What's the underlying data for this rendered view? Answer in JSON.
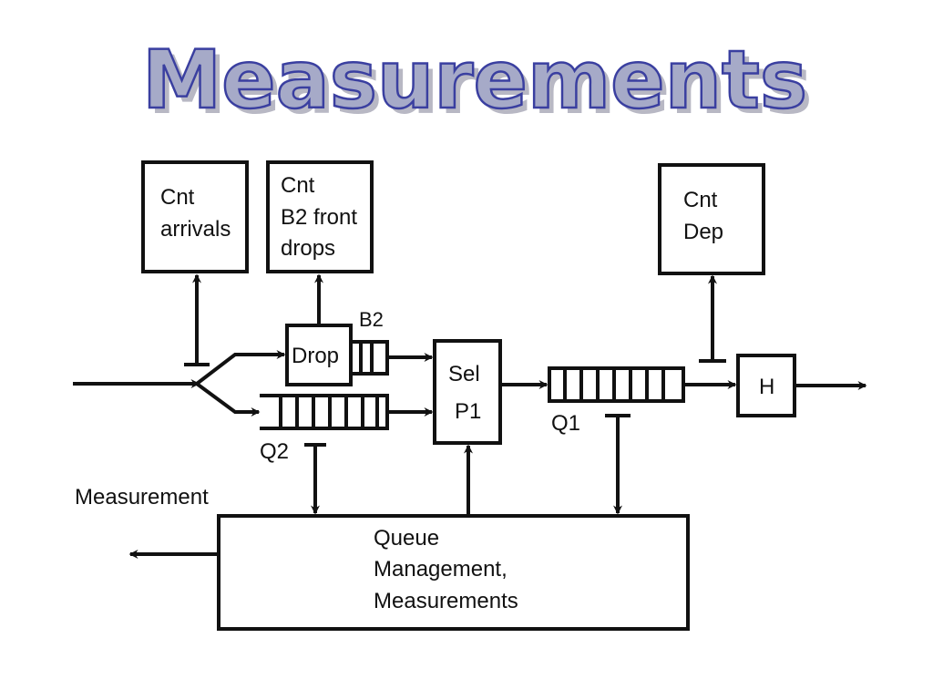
{
  "slide": {
    "title": "Measurements",
    "title_fill": "#a6aac8",
    "title_stroke": "#3a3fa0",
    "title_shadow": "#b8b8c4"
  },
  "diagram": {
    "counters": {
      "arrivals": [
        "Cnt",
        "arrivals"
      ],
      "front_drops": [
        "Cnt",
        "B2 front",
        "drops"
      ],
      "departures": [
        "Cnt",
        "Dep"
      ]
    },
    "drop_label": "Drop",
    "b2_label": "B2",
    "selector_label": [
      "Sel",
      "P1"
    ],
    "q1_label": "Q1",
    "q2_label": "Q2",
    "h_label": "H",
    "measurement_label": "Measurement",
    "queue_management_label": [
      "Queue",
      "Management,",
      "Measurements"
    ]
  }
}
